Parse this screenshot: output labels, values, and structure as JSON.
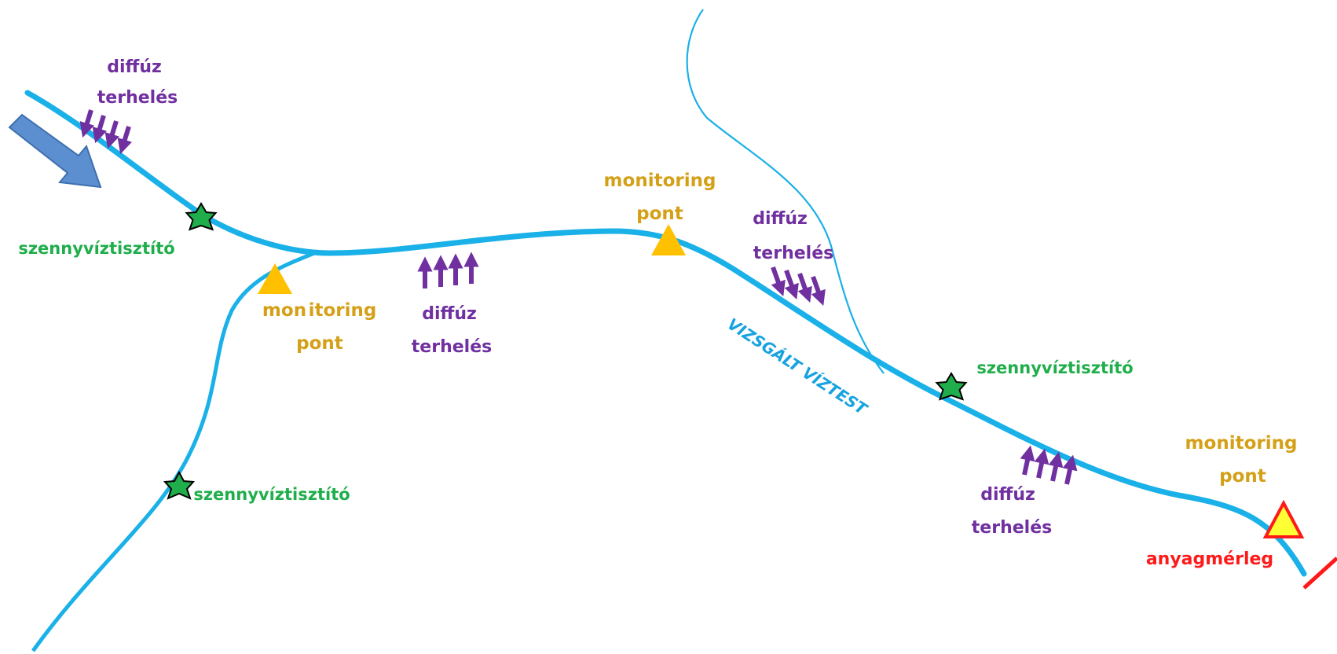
{
  "labels": {
    "diffuse_line1": "diffúz",
    "diffuse_line2": "terhelés",
    "monitoring_line1": "monitoring",
    "monitoring_line2": "pont",
    "monitoring_split_a": "mon",
    "monitoring_split_b": "itoring",
    "treatment_plant": "szennyvíztisztító",
    "studied_water_body": "VIZSGÁLT VÍZTEST",
    "mass_balance": "anyagmérleg"
  },
  "colors": {
    "river": "#1ab0e8",
    "diffuse": "#7030a0",
    "monitoring": "#ffc000",
    "treatment": "#1fae4b",
    "mass_balance": "#ff1a1a",
    "inflow_arrow": "#5b8fd0"
  },
  "icons": {
    "inflow": "block-arrow-icon",
    "plant": "star-icon",
    "monitoring": "triangle-icon",
    "mass_balance": "warning-triangle-icon"
  }
}
